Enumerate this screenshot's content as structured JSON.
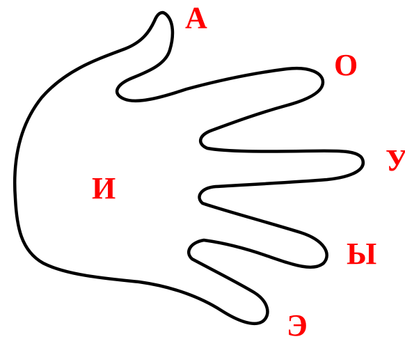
{
  "labels": {
    "thumb": "А",
    "index": "О",
    "middle": "У",
    "ring": "Ы",
    "pinky": "Э",
    "palm": "И"
  },
  "colors": {
    "label": "#ff0000",
    "outline": "#000000",
    "background": "#ffffff"
  }
}
